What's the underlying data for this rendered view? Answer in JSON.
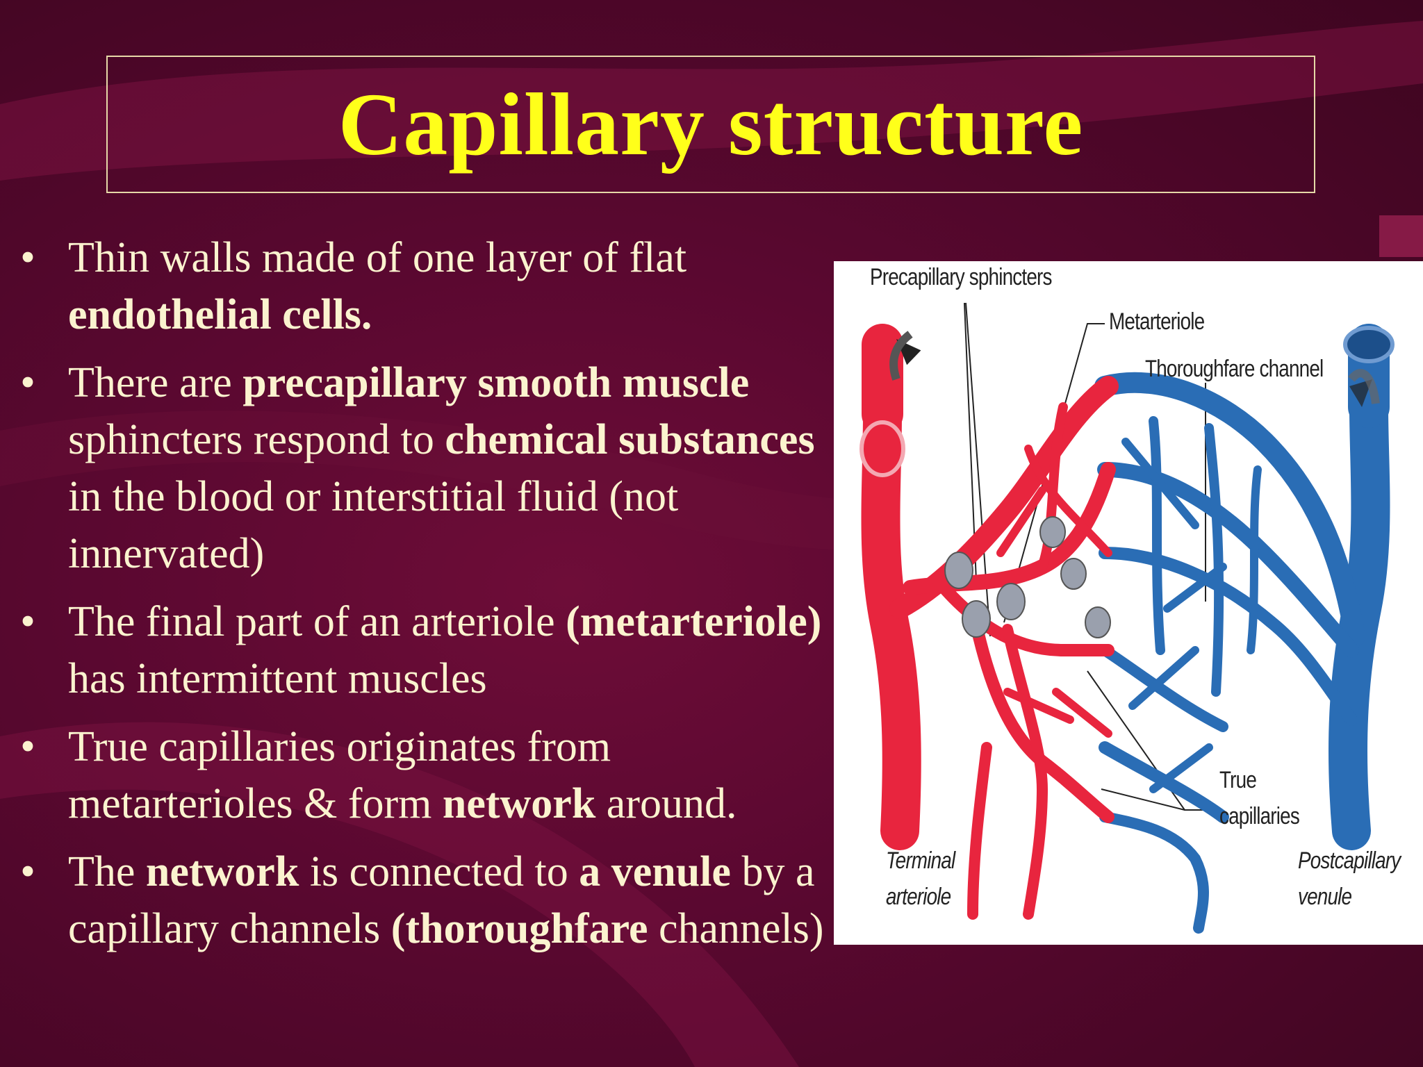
{
  "slide": {
    "title": "Capillary structure",
    "bullets": [
      [
        {
          "t": "Thin walls made of one layer of flat ",
          "b": false
        },
        {
          "t": "endothelial cells.",
          "b": true
        }
      ],
      [
        {
          "t": "There are ",
          "b": false
        },
        {
          "t": "precapillary smooth muscle",
          "b": true
        },
        {
          "t": " sphincters respond to ",
          "b": false
        },
        {
          "t": "chemical substances",
          "b": true
        },
        {
          "t": " in the blood or interstitial fluid (not innervated)",
          "b": false
        }
      ],
      [
        {
          "t": "The final part of an arteriole ",
          "b": false
        },
        {
          "t": "(metarteriole)",
          "b": true
        },
        {
          "t": " has intermittent muscles",
          "b": false
        }
      ],
      [
        {
          "t": "True capillaries originates from metarterioles & form  ",
          "b": false
        },
        {
          "t": "network",
          "b": true
        },
        {
          "t": " around.",
          "b": false
        }
      ],
      [
        {
          "t": "The ",
          "b": false
        },
        {
          "t": "network",
          "b": true
        },
        {
          "t": " is connected to ",
          "b": false
        },
        {
          "t": "a venule",
          "b": true
        },
        {
          "t": " by a capillary channels ",
          "b": false
        },
        {
          "t": "(thoroughfare",
          "b": true
        },
        {
          "t": " channels)",
          "b": false
        }
      ]
    ],
    "bullet_symbol": "•"
  },
  "figure": {
    "labels": {
      "precapillary": "Precapillary sphincters",
      "metarteriole": "Metarteriole",
      "thoroughfare": "Thoroughfare channel",
      "true_cap_1": "True",
      "true_cap_2": "capillaries",
      "terminal_1": "Terminal",
      "terminal_2": "arteriole",
      "post_1": "Postcapillary",
      "post_2": "venule"
    },
    "colors": {
      "arterial": "#e8253e",
      "venous": "#2a6db5",
      "sphincter": "#9aa0ad"
    }
  },
  "theme": {
    "title_color": "#ffff1a",
    "text_color": "#fbf3cf",
    "background": "#5a0830"
  }
}
